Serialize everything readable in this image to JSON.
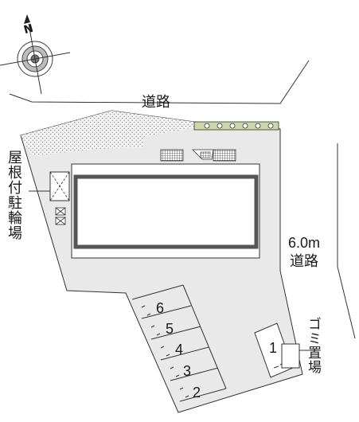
{
  "compass": {
    "north_label": "N"
  },
  "roads": {
    "north": "道路",
    "east_width": "6.0m",
    "east": "道路"
  },
  "facilities": {
    "bicycle_parking": "屋根付駐輪場",
    "garbage_station": "ゴミ置場"
  },
  "parking": {
    "spaces": [
      "1",
      "2",
      "3",
      "4",
      "5",
      "6"
    ]
  },
  "colors": {
    "lot": "#e9e9e9",
    "outline": "#333333",
    "building_border": "#555555",
    "planting": "#c8d8a8",
    "gravel": "#d0d0d0"
  }
}
